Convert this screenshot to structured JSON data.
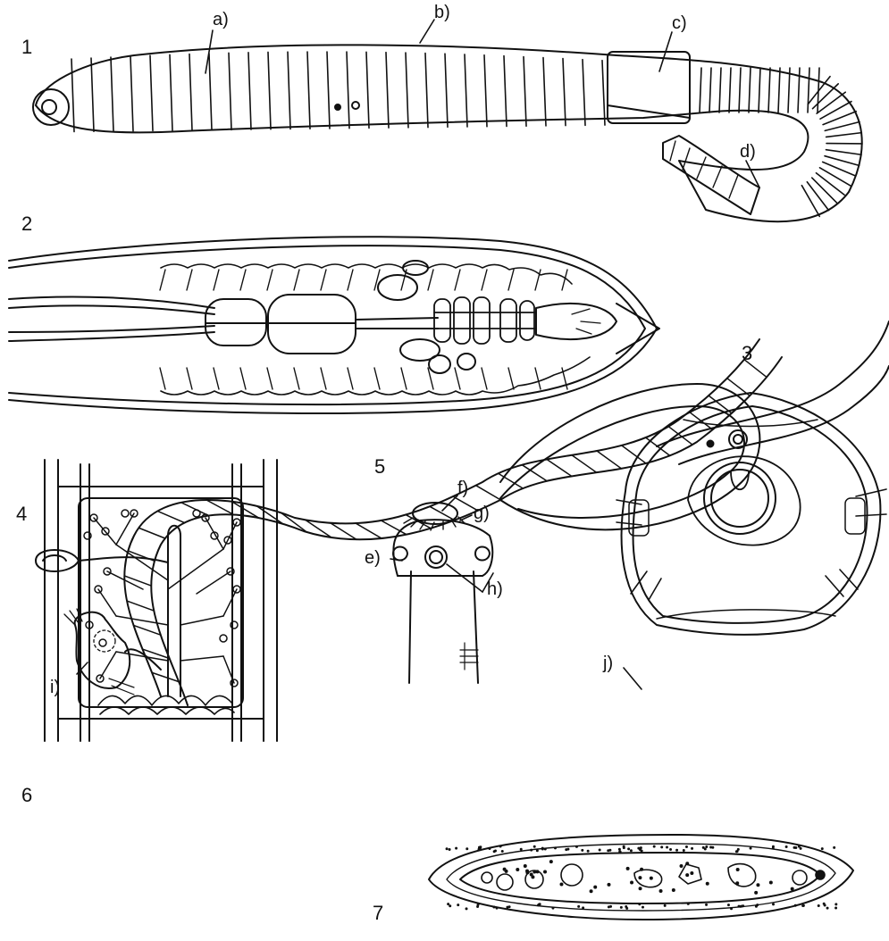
{
  "figure_numbers": [
    "1",
    "2",
    "3",
    "4",
    "5",
    "6",
    "7"
  ],
  "labels": {
    "a": "a)",
    "b": "b)",
    "c": "c)",
    "d": "d)",
    "e": "e)",
    "f": "f)",
    "g": "g)",
    "h": "h)",
    "i": "i)",
    "j": "j)"
  },
  "colors": {
    "ink": "#111111",
    "paper": "#ffffff"
  }
}
